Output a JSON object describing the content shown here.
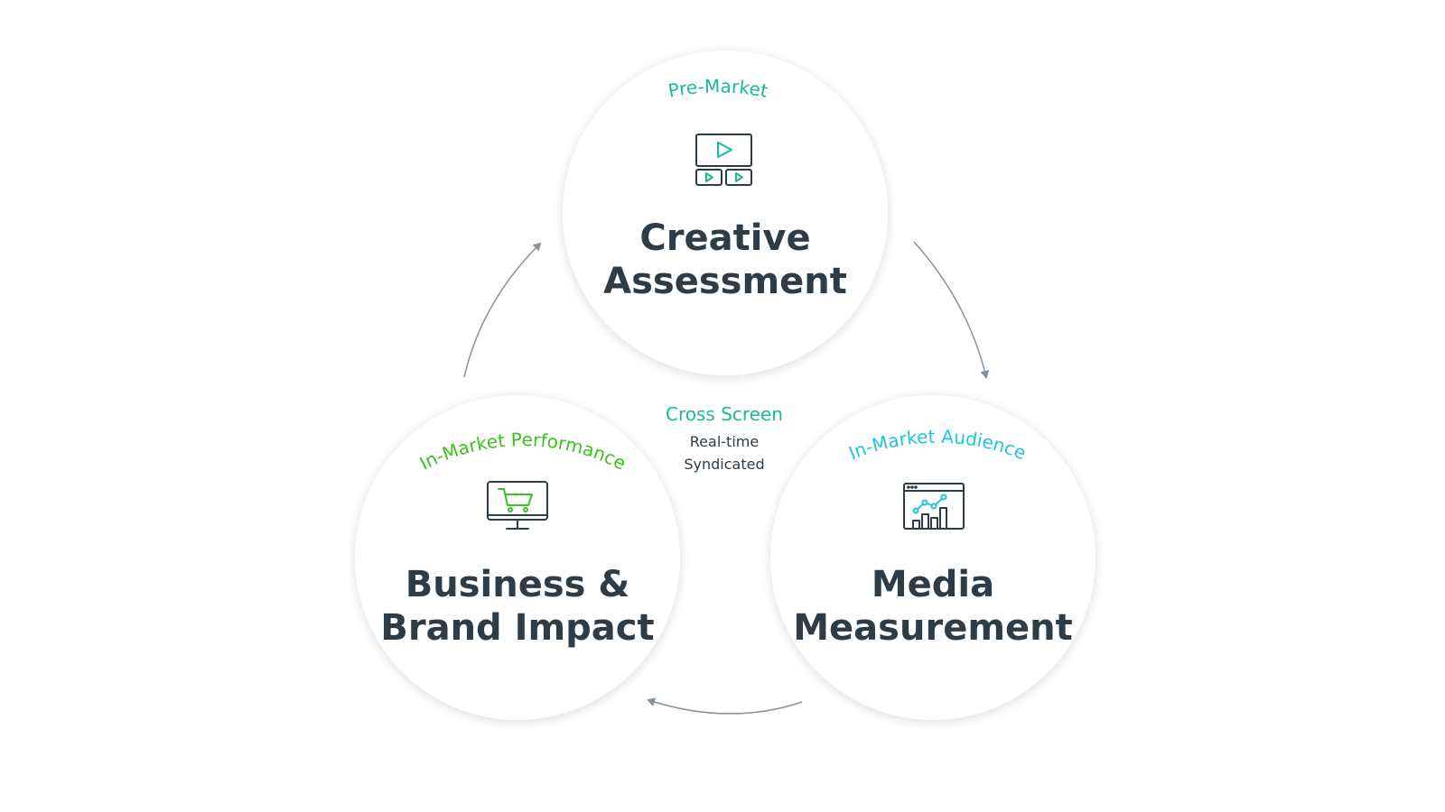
{
  "colors": {
    "teal": "#19b99a",
    "green": "#3cc21f",
    "cyan": "#1fc5e0",
    "dark": "#2e3c47",
    "arrow": "#8593a0"
  },
  "nodes": {
    "creative": {
      "arc_label": "Pre-Market",
      "title_line1": "Creative",
      "title_line2": "Assessment",
      "icon": "video-playlist-icon"
    },
    "business": {
      "arc_label": "In-Market Performance",
      "title_line1": "Business &",
      "title_line2": "Brand Impact",
      "icon": "shopping-cart-monitor-icon"
    },
    "media": {
      "arc_label": "In-Market Audience",
      "title_line1": "Media",
      "title_line2": "Measurement",
      "icon": "analytics-dashboard-icon"
    }
  },
  "center": {
    "title": "Cross Screen",
    "line1": "Real-time",
    "line2": "Syndicated"
  }
}
